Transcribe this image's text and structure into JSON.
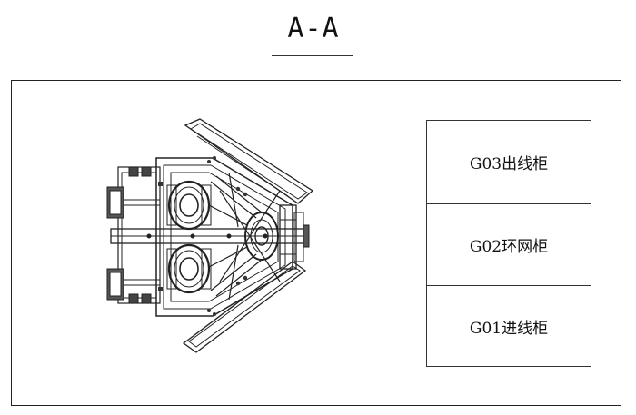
{
  "section": {
    "title": "A-A"
  },
  "cabinets": [
    {
      "label": "G03出线柜"
    },
    {
      "label": "G02环网柜"
    },
    {
      "label": "G01进线柜"
    }
  ]
}
